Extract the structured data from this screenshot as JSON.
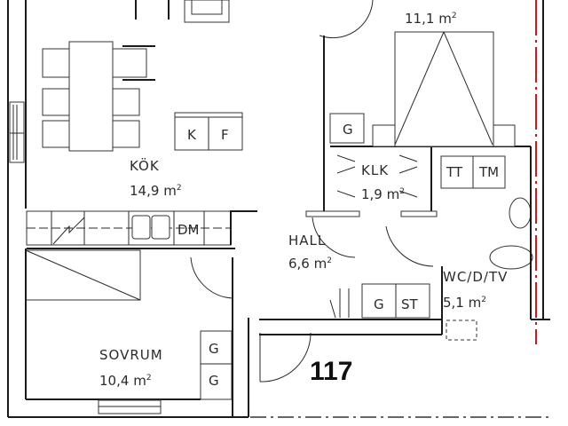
{
  "plan": {
    "unit_number": "117",
    "colors": {
      "walls": "#1a1a1a",
      "grid_line": "#d4141a",
      "text": "#2b2b2b"
    },
    "rooms": [
      {
        "id": "kok",
        "name": "KÖK",
        "area": "14,9",
        "unit": "m",
        "unit_sup": "2"
      },
      {
        "id": "sovrum-top",
        "name": "",
        "area": "11,1",
        "unit": "m",
        "unit_sup": "2"
      },
      {
        "id": "klk",
        "name": "KLK",
        "area": "1,9",
        "unit": "m",
        "unit_sup": "2"
      },
      {
        "id": "hall",
        "name": "HALL",
        "area": "6,6",
        "unit": "m",
        "unit_sup": "2"
      },
      {
        "id": "wc",
        "name": "WC/D/TV",
        "area": "5,1",
        "unit": "m",
        "unit_sup": "2"
      },
      {
        "id": "sovrum",
        "name": "SOVRUM",
        "area": "10,4",
        "unit": "m",
        "unit_sup": "2"
      }
    ],
    "fixtures": {
      "kitchen_k": "K",
      "kitchen_f": "F",
      "dishwasher": "DM",
      "wardrobe_bedroom_top": "G",
      "wardrobe_hall": "G",
      "storage_hall": "ST",
      "tumble_dryer": "TT",
      "washing_machine": "TM",
      "wardrobe_sovrum_1": "G",
      "wardrobe_sovrum_2": "G"
    }
  }
}
